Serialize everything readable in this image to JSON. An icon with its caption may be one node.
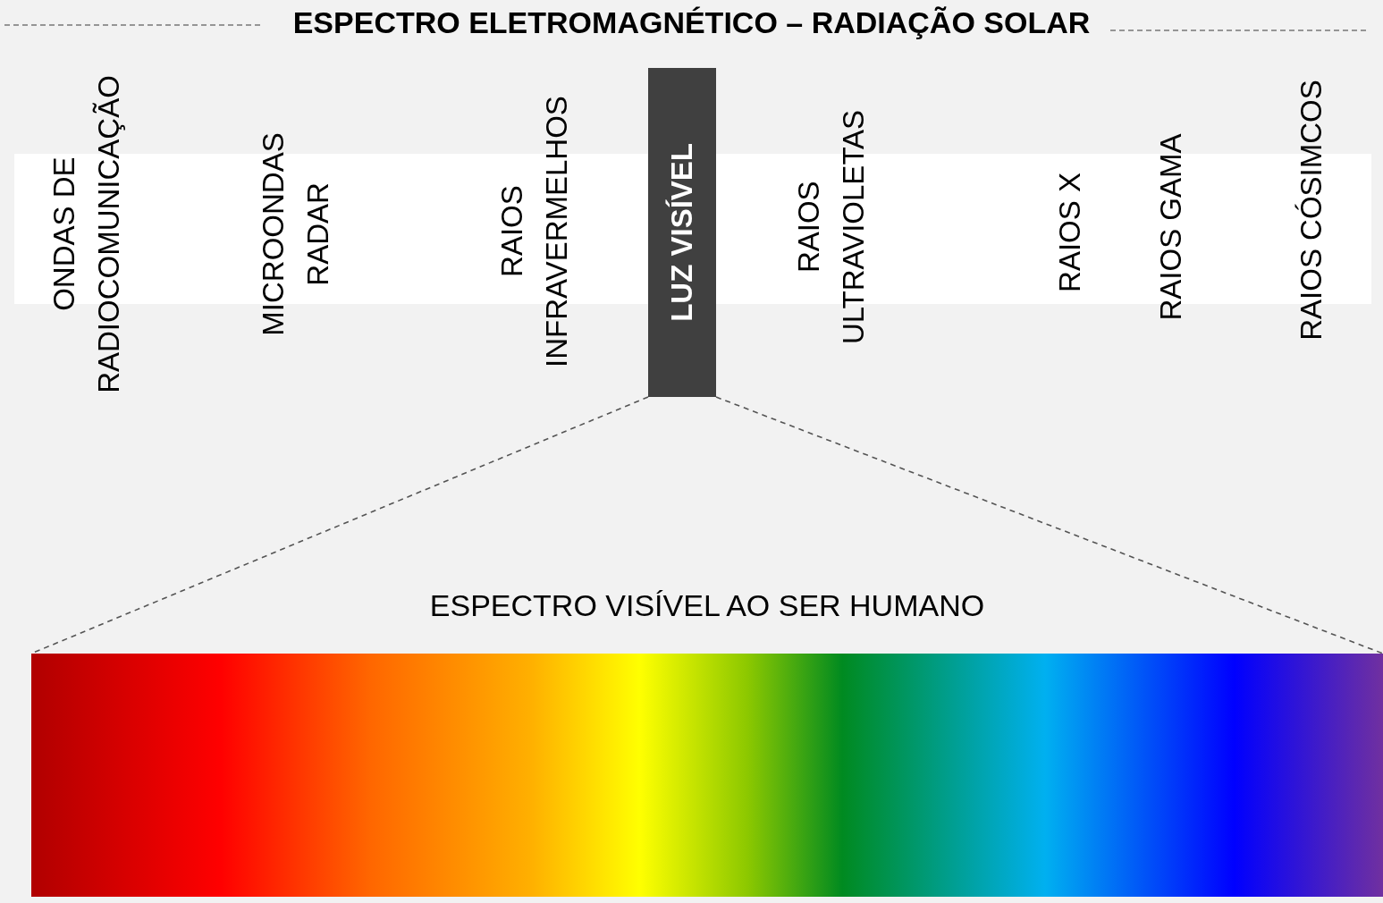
{
  "diagram": {
    "title": "ESPECTRO ELETROMAGNÉTICO – RADIAÇÃO SOLAR",
    "nodes": [
      {
        "text": [
          "LUZ VISÍVEL"
        ]
      },
      {
        "text": [
          "ESPECTRO VISÍVEL AO SER HUMANO"
        ]
      }
    ],
    "edges": [
      {
        "from": 0,
        "to": 1,
        "arrow": "none",
        "style": "dashed"
      },
      {
        "from": 0,
        "to": 1,
        "arrow": "none",
        "style": "dashed"
      }
    ],
    "labels": [
      "ONDAS DE RADIOCOMUNICAÇÃO",
      "MICROONDAS RADAR",
      "RAIOS INFRAVERMELHOS",
      "RAIOS ULTRAVIOLETAS",
      "RAIOS X",
      "RAIOS GAMA",
      "RAIOS CÓSIMCOS"
    ]
  }
}
